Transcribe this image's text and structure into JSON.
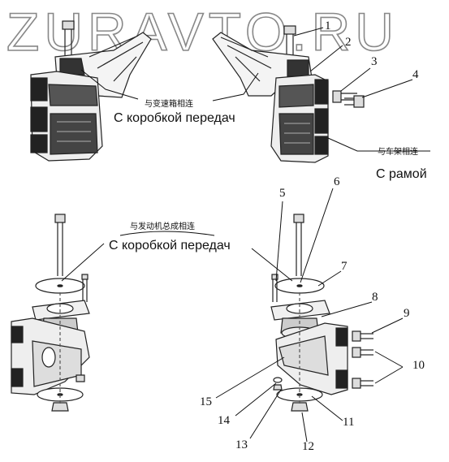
{
  "watermark": "ZURAVTO.RU",
  "captions": {
    "top_cn": "与变速箱相连",
    "top_ru": "С коробкой передач",
    "frame_cn": "与车架相连",
    "frame_ru": "С рамой",
    "engine_cn": "与发动机总成相连",
    "bottom_ru": "С коробкой передач"
  },
  "callouts": [
    "1",
    "2",
    "3",
    "4",
    "5",
    "6",
    "7",
    "8",
    "9",
    "10",
    "11",
    "12",
    "13",
    "14",
    "15"
  ]
}
